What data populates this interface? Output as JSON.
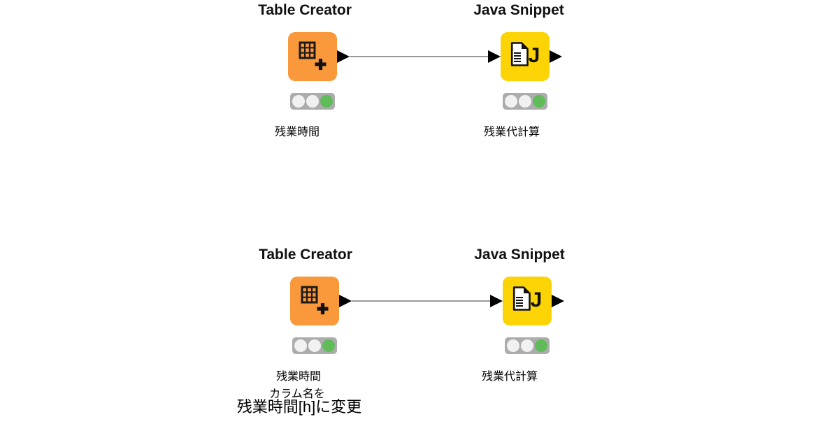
{
  "workflow": {
    "top_row": {
      "table_creator": {
        "title": "Table Creator",
        "name": "残業時間"
      },
      "java_snippet": {
        "title": "Java Snippet",
        "name": "残業代計算"
      }
    },
    "bottom_row": {
      "table_creator": {
        "title": "Table Creator",
        "name": "残業時間"
      },
      "java_snippet": {
        "title": "Java Snippet",
        "name": "残業代計算"
      },
      "annotation": {
        "line1": "カラム名を",
        "line2": "残業時間[h]に変更"
      }
    },
    "snippet_icon_letter": "J",
    "traffic_lights": {
      "red": "off",
      "yellow": "off",
      "green": "on"
    },
    "colors": {
      "table_creator_bg": "#F9993B",
      "java_snippet_bg": "#FCD305",
      "traffic_light_bg": "#ACACAC",
      "traffic_light_off": "#F1F1F1",
      "traffic_light_on": "#5FBC58",
      "edge": "#999999",
      "port": "#000000",
      "icon_ink": "#1A1A1A"
    }
  }
}
